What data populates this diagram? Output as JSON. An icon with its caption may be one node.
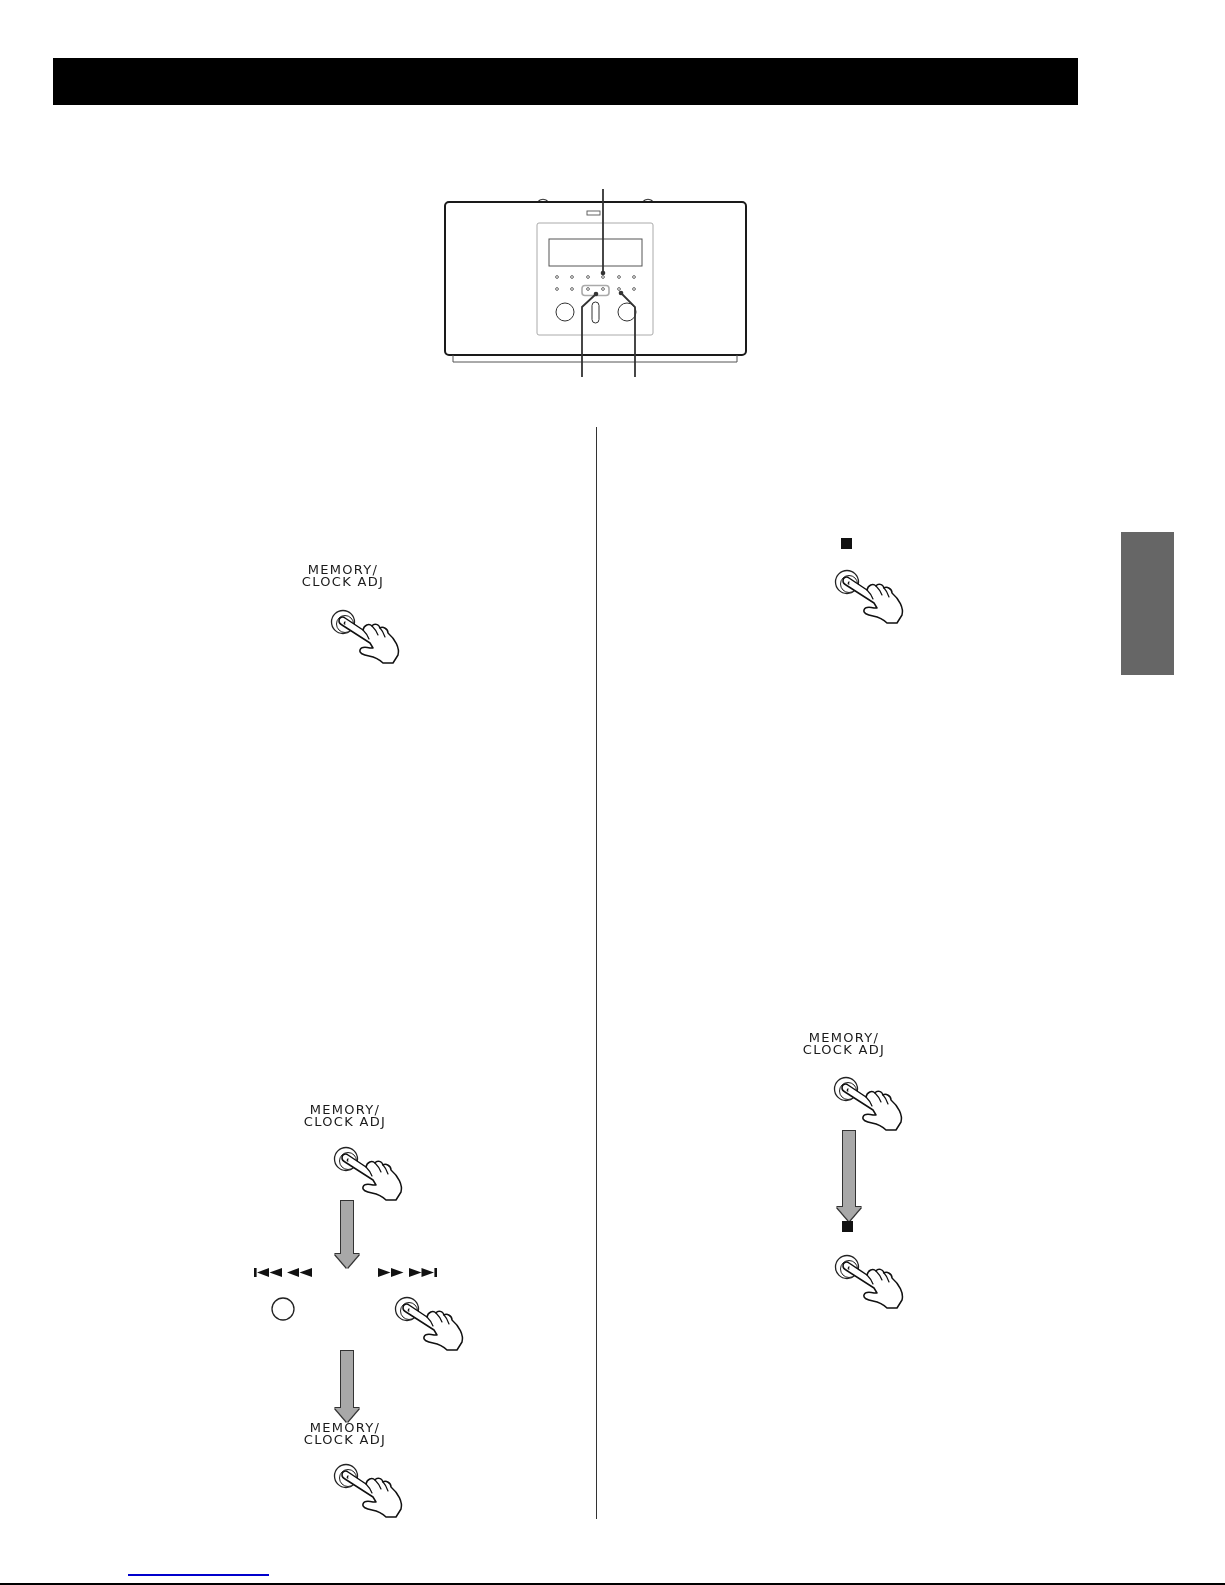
{
  "diagram": {
    "nodes": [
      {
        "text": [
          "MEMORY/ CLOCK ADJ"
        ]
      },
      {
        "text": [
          "MEMORY/ CLOCK ADJ"
        ]
      },
      {
        "text": [],
        "shape": "picture"
      },
      {
        "text": [
          "MEMORY/ CLOCK ADJ"
        ]
      },
      {
        "text": [],
        "shape": "picture"
      },
      {
        "text": [
          "MEMORY/ CLOCK ADJ"
        ]
      },
      {
        "text": [],
        "shape": "picture"
      },
      {
        "text": [],
        "shape": "box"
      }
    ],
    "edges": [
      {
        "from": 1,
        "to": 2,
        "arrow": "to"
      },
      {
        "from": 2,
        "to": 3,
        "arrow": "to"
      },
      {
        "from": 5,
        "to": 6,
        "arrow": "to"
      }
    ]
  }
}
